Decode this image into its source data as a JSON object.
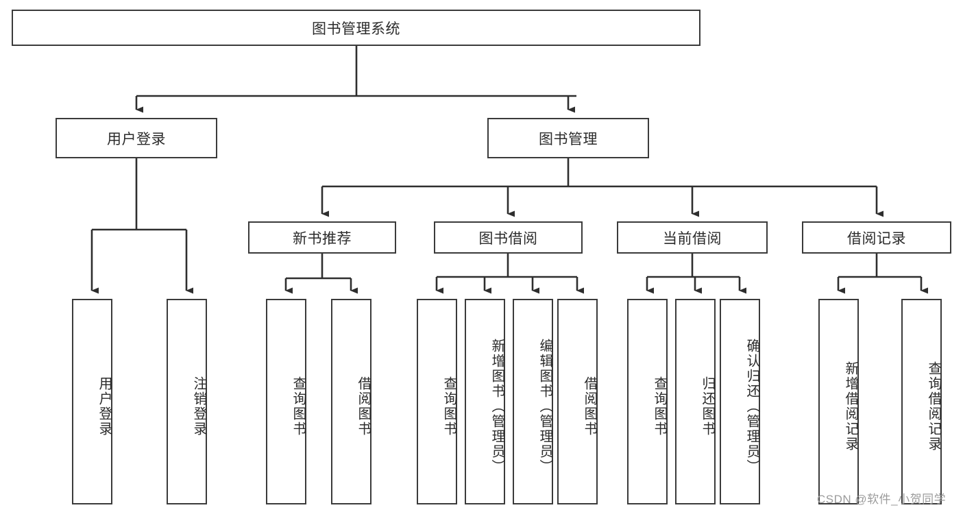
{
  "diagram": {
    "title": "图书管理系统",
    "type": "tree-hierarchy",
    "root": {
      "label": "图书管理系统"
    },
    "level2": [
      {
        "label": "用户登录"
      },
      {
        "label": "图书管理"
      }
    ],
    "level3": [
      {
        "label": "新书推荐"
      },
      {
        "label": "图书借阅"
      },
      {
        "label": "当前借阅"
      },
      {
        "label": "借阅记录"
      }
    ],
    "leaves": {
      "user_login": [
        {
          "label": "用户登录"
        },
        {
          "label": "注销登录"
        }
      ],
      "new_book_recommend": [
        {
          "label": "查询图书"
        },
        {
          "label": "借阅图书"
        }
      ],
      "book_borrow": [
        {
          "label": "查询图书"
        },
        {
          "label": "新增图书（管理员）"
        },
        {
          "label": "编辑图书（管理员）"
        },
        {
          "label": "借阅图书"
        }
      ],
      "current_borrow": [
        {
          "label": "查询图书"
        },
        {
          "label": "归还图书"
        },
        {
          "label": "确认归还（管理员）"
        }
      ],
      "borrow_record": [
        {
          "label": "新增借阅记录"
        },
        {
          "label": "查询借阅记录"
        }
      ]
    }
  },
  "watermark": {
    "text": "CSDN @软件_小贺同学"
  },
  "colors": {
    "border": "#3a3a3a",
    "text": "#2b2b2b",
    "background": "#ffffff",
    "watermark": "#9b9b9b"
  }
}
